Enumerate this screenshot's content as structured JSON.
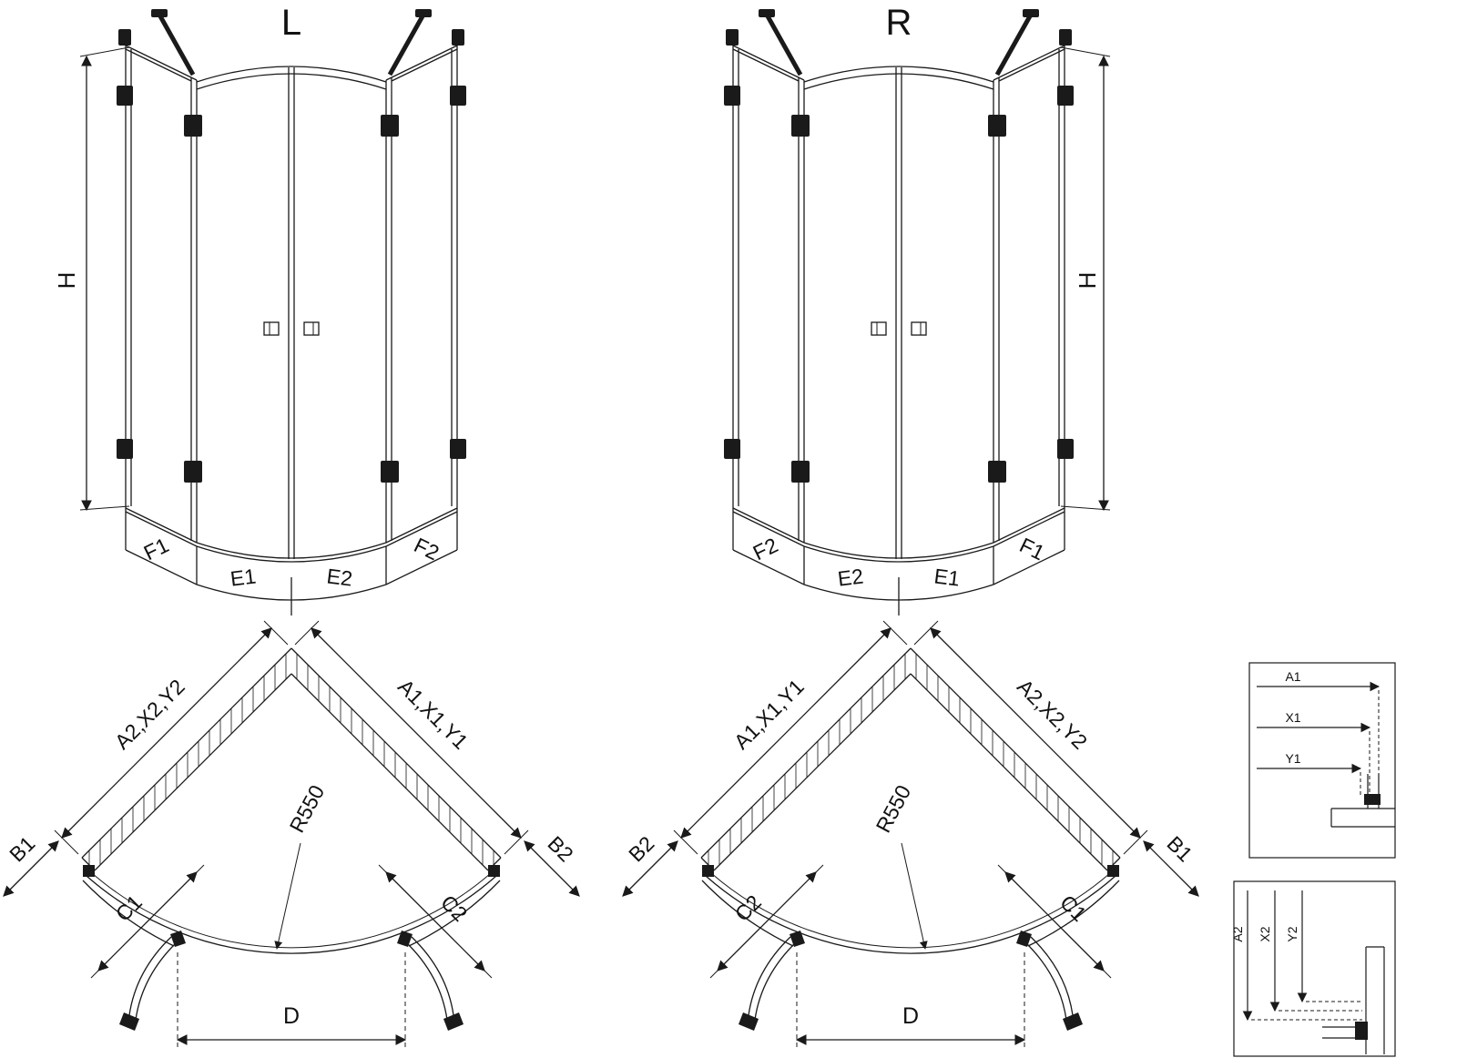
{
  "front_left": {
    "title": "L",
    "h": "H",
    "f1": "F1",
    "e1": "E1",
    "e2": "E2",
    "f2": "F2"
  },
  "front_right": {
    "title": "R",
    "h": "H",
    "f1": "F1",
    "e1": "E1",
    "e2": "E2",
    "f2": "F2"
  },
  "plan_left": {
    "wall_left": "A2,X2,Y2",
    "wall_right": "A1,X1,Y1",
    "b_left": "B1",
    "b_right": "B2",
    "c_left": "C1",
    "c_right": "C2",
    "radius": "R550",
    "d": "D"
  },
  "plan_right": {
    "wall_left": "A1,X1,Y1",
    "wall_right": "A2,X2,Y2",
    "b_left": "B2",
    "b_right": "B1",
    "c_left": "C2",
    "c_right": "C1",
    "radius": "R550",
    "d": "D"
  },
  "detail_top": {
    "a": "A1",
    "x": "X1",
    "y": "Y1"
  },
  "detail_bottom": {
    "a": "A2",
    "x": "X2",
    "y": "Y2"
  }
}
